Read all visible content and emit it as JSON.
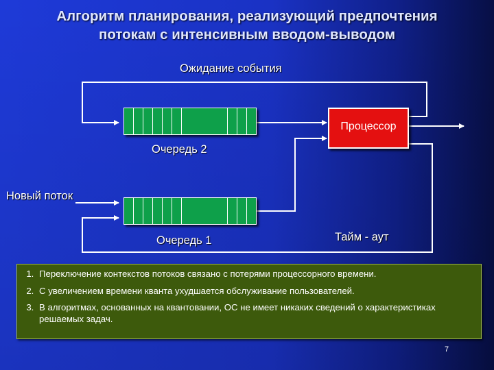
{
  "title": {
    "line1": "Алгоритм планирования, реализующий предпочтения",
    "line2": "потокам с интенсивным вводом-выводом"
  },
  "labels": {
    "event_wait": "Ожидание события",
    "processor": "Процессор",
    "queue2": "Очередь 2",
    "new_thread": "Новый поток",
    "queue1": "Очередь 1",
    "timeout": "Тайм - аут"
  },
  "notes": [
    "Переключение контекстов потоков связано с потерями процессорного времени.",
    "С увеличением времени кванта ухудшается обслуживание пользователей.",
    "В алгоритмах, основанных на квантовании, ОС не имеет никаких сведений о характеристиках решаемых задач."
  ],
  "page_number": "7",
  "colors": {
    "background": "#1e3ad8",
    "processor": "#e41010",
    "queue": "#0ea04a",
    "notes_bg": "#3d5a0c"
  }
}
